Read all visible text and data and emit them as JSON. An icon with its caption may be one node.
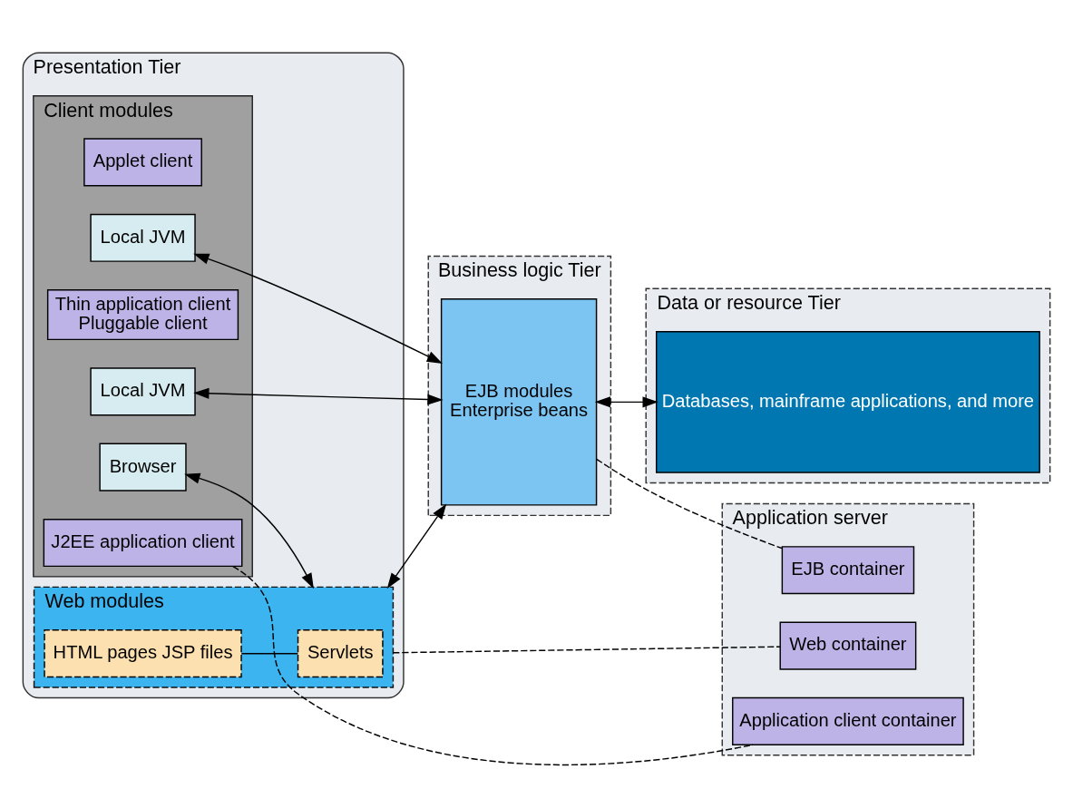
{
  "diagram": {
    "nodes": [
      {
        "text": [
          "Presentation Tier"
        ]
      },
      {
        "text": [
          "Business logic Tier"
        ]
      },
      {
        "text": [
          "Data or resource Tier"
        ]
      },
      {
        "text": [
          "Client modules"
        ],
        "in": 0
      },
      {
        "text": [
          "Applet client"
        ],
        "in": 3
      },
      {
        "text": [
          "Browser"
        ],
        "in": 3
      },
      {
        "text": [
          "Thin application client",
          "Pluggable client"
        ],
        "in": 3
      },
      {
        "text": [
          "Local JVM"
        ],
        "in": 3
      },
      {
        "text": [
          "J2EE application client"
        ],
        "in": 3
      },
      {
        "text": [
          "Local JVM"
        ],
        "in": 3
      },
      {
        "text": [
          "Web modules"
        ],
        "in": 0
      },
      {
        "text": [
          "HTML pages JSP files"
        ],
        "in": 10
      },
      {
        "text": [
          "Servlets"
        ],
        "in": 10
      },
      {
        "text": [
          "EJB modules",
          "Enterprise beans"
        ],
        "in": 1
      },
      {
        "text": [
          "Databases, mainframe applications, and more"
        ],
        "in": 2
      },
      {
        "text": [
          "Application server"
        ]
      },
      {
        "text": [
          "Application client container"
        ],
        "in": 15
      },
      {
        "text": [
          "Web container"
        ],
        "in": 15
      },
      {
        "text": [
          "EJB container"
        ],
        "in": 15
      }
    ],
    "edges": [
      {
        "from": 5,
        "to": 10,
        "arrow": "both"
      },
      {
        "from": 10,
        "to": 13,
        "arrow": "both"
      },
      {
        "from": 11,
        "to": 12,
        "arrow": "none"
      },
      {
        "from": 7,
        "to": 13,
        "arrow": "both"
      },
      {
        "from": 9,
        "to": 13,
        "arrow": "both"
      },
      {
        "from": 13,
        "to": 14,
        "arrow": "both"
      },
      {
        "from": 8,
        "to": 16,
        "arrow": "none",
        "style": "dashed"
      },
      {
        "from": 10,
        "to": 17,
        "arrow": "none",
        "style": "dashed"
      },
      {
        "from": 13,
        "to": 18,
        "arrow": "none",
        "style": "dashed"
      }
    ]
  }
}
